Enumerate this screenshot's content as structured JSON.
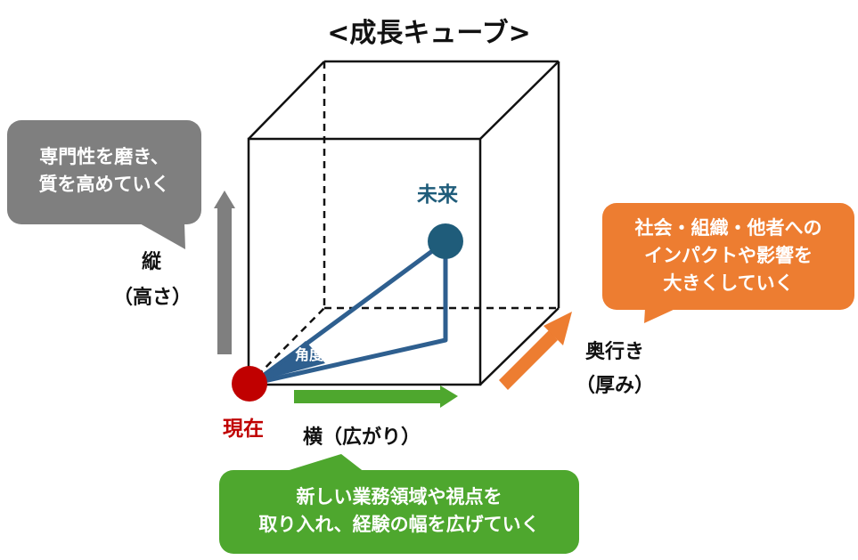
{
  "title": "<成長キューブ>",
  "points": {
    "future": "未来",
    "present": "現在"
  },
  "angle_label": "角度",
  "axes": {
    "vertical": {
      "line1": "縦",
      "line2": "（高さ）"
    },
    "horizontal": {
      "label": "横（広がり）"
    },
    "depth": {
      "line1": "奥行き",
      "line2": "（厚み）"
    }
  },
  "callouts": {
    "gray": {
      "line1": "専門性を磨き、",
      "line2": "質を高めていく",
      "color": "#7f7f7f"
    },
    "orange": {
      "line1": "社会・組織・他者への",
      "line2": "インパクトや影響を",
      "line3": "大きくしていく",
      "color": "#ed7d31"
    },
    "green": {
      "line1": "新しい業務領域や視点を",
      "line2": "取り入れ、経験の幅を広げていく",
      "color": "#4ea72e"
    }
  },
  "colors": {
    "present_dot": "#c00000",
    "future_dot": "#1f5c7a",
    "vector": "#2e5f8f",
    "vertical_arrow": "#7f7f7f",
    "horizontal_arrow": "#4ea72e",
    "depth_arrow": "#ed7d31"
  }
}
